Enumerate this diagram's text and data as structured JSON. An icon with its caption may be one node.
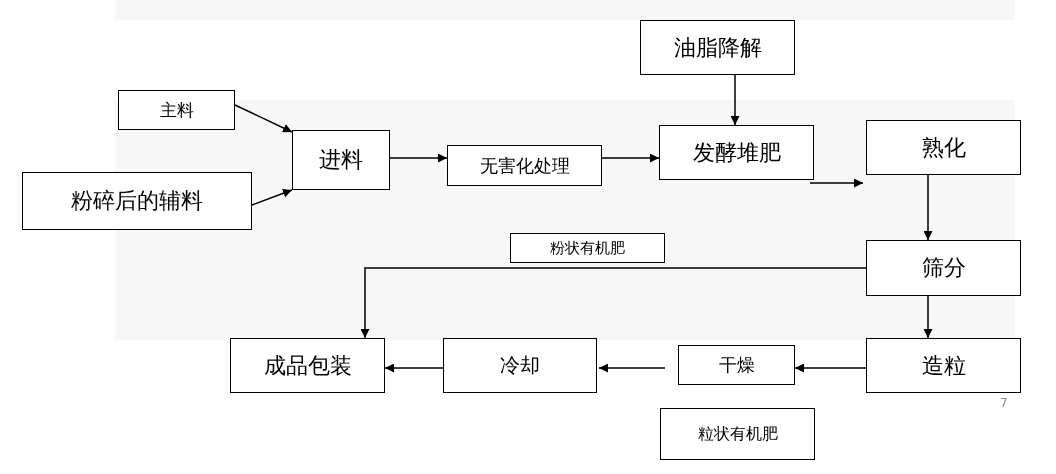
{
  "diagram": {
    "nodes": [
      {
        "text": [
          "主料"
        ]
      },
      {
        "text": [
          "粉碎后的辅料"
        ]
      },
      {
        "text": [
          "进料"
        ]
      },
      {
        "text": [
          "无害化处理"
        ]
      },
      {
        "text": [
          "油脂降解"
        ]
      },
      {
        "text": [
          "发酵堆肥"
        ]
      },
      {
        "text": [
          "熟化"
        ]
      },
      {
        "text": [
          "粉状有机肥"
        ]
      },
      {
        "text": [
          "筛分"
        ]
      },
      {
        "text": [
          "成品包装"
        ]
      },
      {
        "text": [
          "冷却"
        ]
      },
      {
        "text": [
          "干燥"
        ]
      },
      {
        "text": [
          "造粒"
        ]
      },
      {
        "text": [
          "粒状有机肥"
        ]
      }
    ],
    "edges": [
      {
        "from": 0,
        "to": 2,
        "arrow": "to"
      },
      {
        "from": 1,
        "to": 2,
        "arrow": "to"
      },
      {
        "from": 2,
        "to": 3,
        "arrow": "to"
      },
      {
        "from": 3,
        "to": 5,
        "arrow": "to"
      },
      {
        "from": 4,
        "to": 5,
        "arrow": "to"
      },
      {
        "from": 5,
        "to": 6,
        "arrow": "to"
      },
      {
        "from": 6,
        "to": 8,
        "arrow": "to"
      },
      {
        "from": 8,
        "to": 9,
        "arrow": "to"
      },
      {
        "from": 8,
        "to": 12,
        "arrow": "to"
      },
      {
        "from": 12,
        "to": 11,
        "arrow": "to"
      },
      {
        "from": 11,
        "to": 10,
        "arrow": "to"
      },
      {
        "from": 10,
        "to": 9,
        "arrow": "to"
      }
    ],
    "labels": [
      "7"
    ]
  }
}
